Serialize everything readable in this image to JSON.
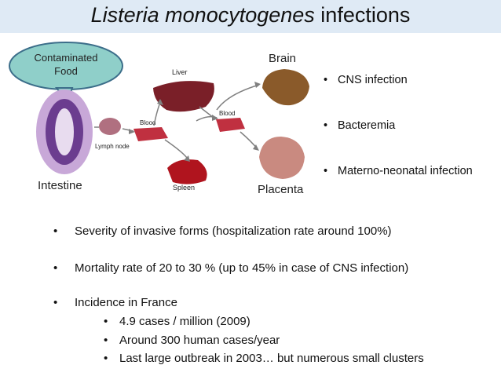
{
  "title": {
    "italic": "Listeria monocytogenes",
    "rest": " infections"
  },
  "diagram": {
    "contaminated_food": [
      "Contaminated",
      "Food"
    ],
    "intestine": "Intestine",
    "lymph_node": "Lymph node",
    "blood_left": "Blood",
    "blood_right": "Blood",
    "liver": "Liver",
    "spleen": "Spleen",
    "brain": "Brain",
    "placenta": "Placenta"
  },
  "right_bullets": [
    "CNS infection",
    "Bacteremia",
    "Materno-neonatal infection"
  ],
  "main_bullets": [
    "Severity of invasive forms (hospitalization rate around 100%)",
    "Mortality rate of 20 to 30 % (up to 45% in case of CNS infection)",
    "Incidence in France"
  ],
  "sub_bullets": [
    "4.9 cases / million (2009)",
    "Around 300 human cases/year",
    "Last large outbreak in 2003… but numerous small clusters"
  ],
  "bullet_char": "•",
  "colors": {
    "title_bar": "#dfeaf5",
    "food_bubble": "#8fcfc9",
    "liver": "#7a1f28",
    "spleen": "#b0141e",
    "brain": "#8a5a2a",
    "placenta": "#c98a80",
    "intestine": "#6b3d8f"
  }
}
